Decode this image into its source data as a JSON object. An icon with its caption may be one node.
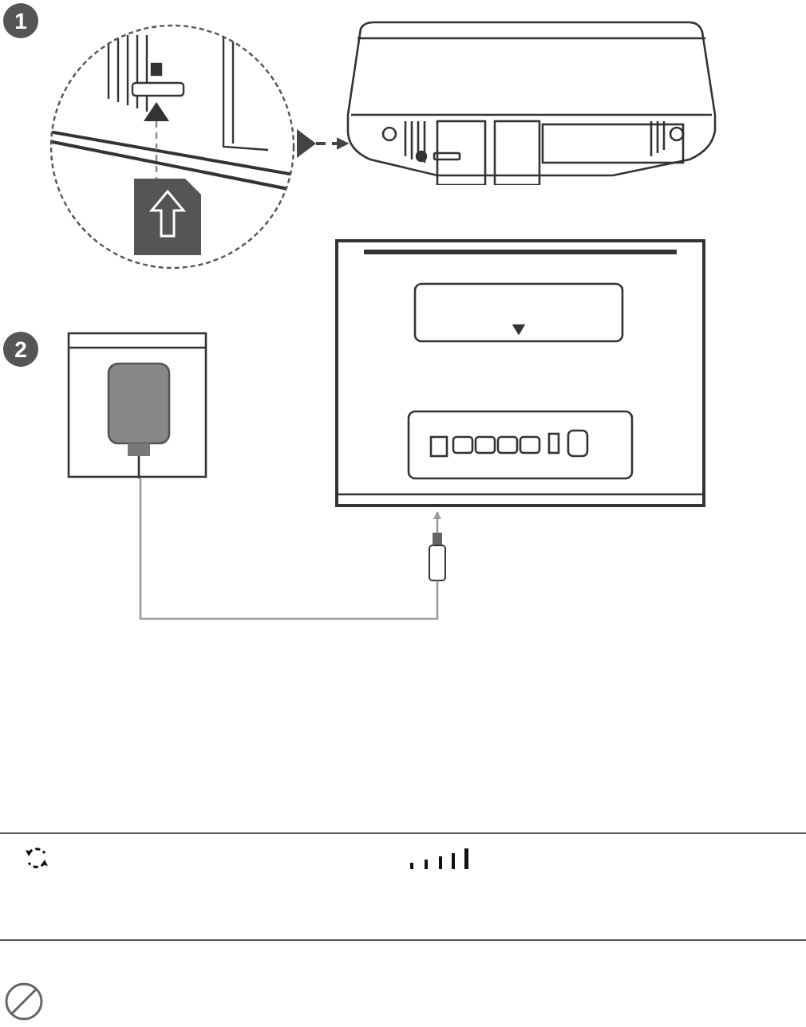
{
  "diagram": {
    "nodes": [
      {
        "text": [],
        "shape": "picture"
      },
      {
        "text": [],
        "shape": "picture"
      },
      {
        "text": [],
        "shape": "picture"
      },
      {
        "text": [],
        "shape": "picture"
      }
    ],
    "edges": [
      {
        "from": 0,
        "to": 1,
        "arrow": "to",
        "style": "dashed"
      },
      {
        "from": 3,
        "to": 2,
        "arrow": "to",
        "color": "#9a9a9a"
      }
    ],
    "labels": [
      "1",
      "2"
    ]
  }
}
